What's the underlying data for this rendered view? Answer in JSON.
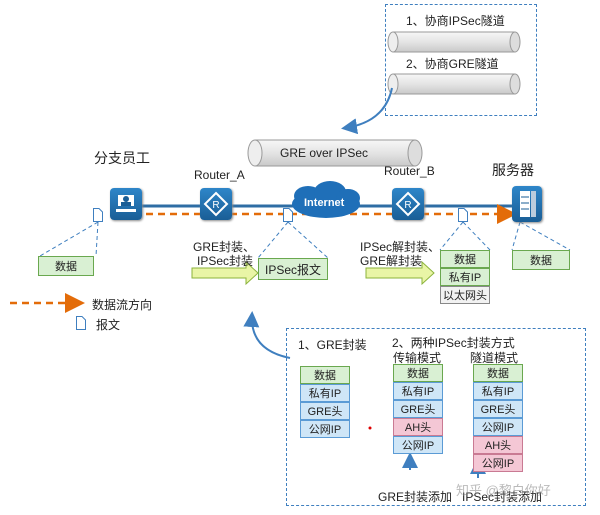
{
  "negotiate": {
    "step1": "1、协商IPSec隧道",
    "step2": "2、协商GRE隧道"
  },
  "tunnel_label": "GRE over IPSec",
  "nodes": {
    "employee": "分支员工",
    "router_a": "Router_A",
    "internet": "Internet",
    "router_b": "Router_B",
    "server": "服务器"
  },
  "encap_a": [
    "GRE封装、",
    "IPSec封装"
  ],
  "decap_b": [
    "IPSec解封装、",
    "GRE解封装"
  ],
  "packets": {
    "left_data": "数据",
    "ipsec_msg": "IPSec报文",
    "mid_stack": [
      "数据",
      "私有IP",
      "以太网头"
    ],
    "right_data": "数据"
  },
  "legend": {
    "flow": "数据流方向",
    "packet": "报文"
  },
  "detail": {
    "gre_title": "1、GRE封装",
    "ipsec_title": "2、两种IPSec封装方式",
    "transport_title": "传输模式",
    "tunnel_title": "隧道模式",
    "gre_stack": [
      "数据",
      "私有IP",
      "GRE头",
      "公网IP"
    ],
    "transport_stack": [
      "数据",
      "私有IP",
      "GRE头",
      "AH头",
      "公网IP"
    ],
    "tunnel_stack": [
      "数据",
      "私有IP",
      "GRE头",
      "公网IP",
      "AH头",
      "公网IP"
    ],
    "gre_add": "GRE封装添加",
    "ipsec_add": "IPSec封装添加"
  },
  "watermark": "知乎 @黎白你好",
  "colors": {
    "blue": "#3f7fbf",
    "orange": "#e36c09",
    "green_box": "#d9f0d3",
    "blue_box": "#cfe6f7",
    "pink_box": "#f4c7d5"
  }
}
